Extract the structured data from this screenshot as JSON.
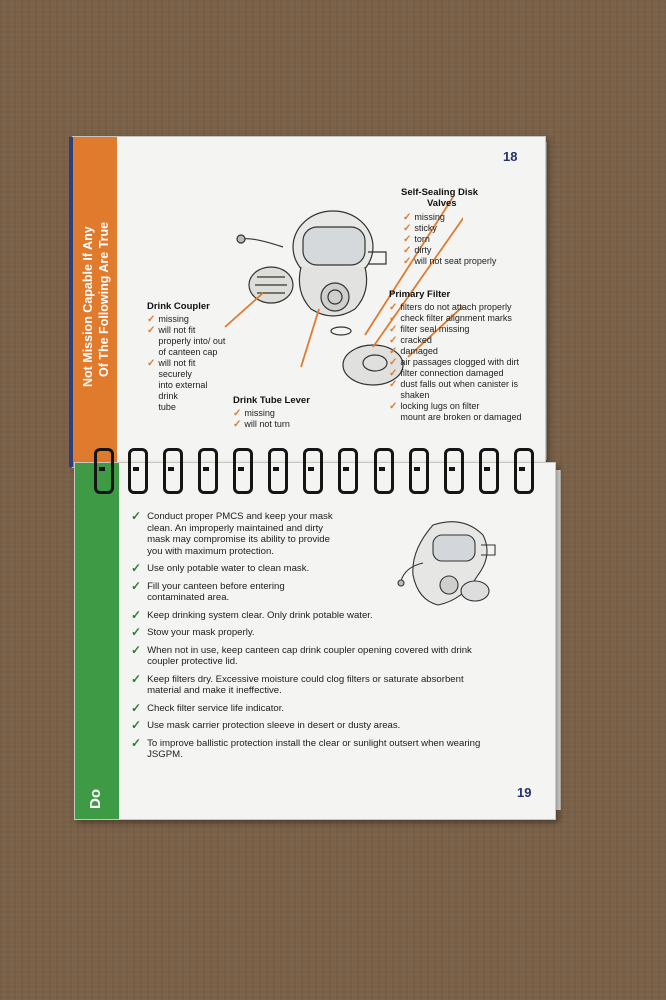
{
  "top_page": {
    "page_number": "18",
    "side_title_line1": "Not Mission Capable If Any",
    "side_title_line2": "Of The Following Are True",
    "self_sealing": {
      "heading_line1": "Self-Sealing Disk",
      "heading_line2": "Valves",
      "items": [
        "missing",
        "sticky",
        "torn",
        "dirty",
        "will not seat properly"
      ]
    },
    "primary_filter": {
      "heading": "Primary Filter",
      "items": [
        "filters do not attach properly",
        "check filter alignment marks",
        "filter seal missing",
        "cracked",
        "damaged",
        "air passages clogged with dirt",
        "filter connection damaged",
        "dust falls out when canister is\nshaken",
        "locking lugs on filter\nmount are broken or damaged"
      ]
    },
    "drink_coupler": {
      "heading": "Drink Coupler",
      "items": [
        "missing",
        "will not fit\nproperly into/ out\nof canteen cap",
        "will not fit\nsecurely\ninto external\ndrink\ntube"
      ]
    },
    "drink_tube_lever": {
      "heading": "Drink Tube Lever",
      "items": [
        "missing",
        "will not turn"
      ]
    }
  },
  "bottom_page": {
    "page_number": "19",
    "side_title": "Do",
    "items": [
      "Conduct proper PMCS and keep your mask\nclean.  An improperly maintained and dirty\nmask may compromise its ability to provide\nyou with maximum protection.",
      "Use only potable water to clean mask.",
      "Fill your canteen before entering\ncontaminated area.",
      "Keep drinking system clear. Only drink potable water.",
      "Stow your mask properly.",
      "When not in use, keep canteen cap drink coupler opening covered with drink\ncoupler protective lid.",
      "Keep filters dry.  Excessive moisture could clog filters or saturate absorbent\nmaterial and make it ineffective.",
      "Check filter service life indicator.",
      "Use mask carrier protection sleeve in desert or dusty areas.",
      "To improve ballistic protection install the clear or sunlight outsert when wearing\nJSGPM."
    ]
  },
  "icons": {
    "check": "✓",
    "check_name": "checkmark-icon",
    "mask": "gas-mask-illustration"
  },
  "colors": {
    "orange": "#e07b2e",
    "green": "#3f9a46",
    "navy": "#23306e",
    "background": "#7a6148"
  }
}
